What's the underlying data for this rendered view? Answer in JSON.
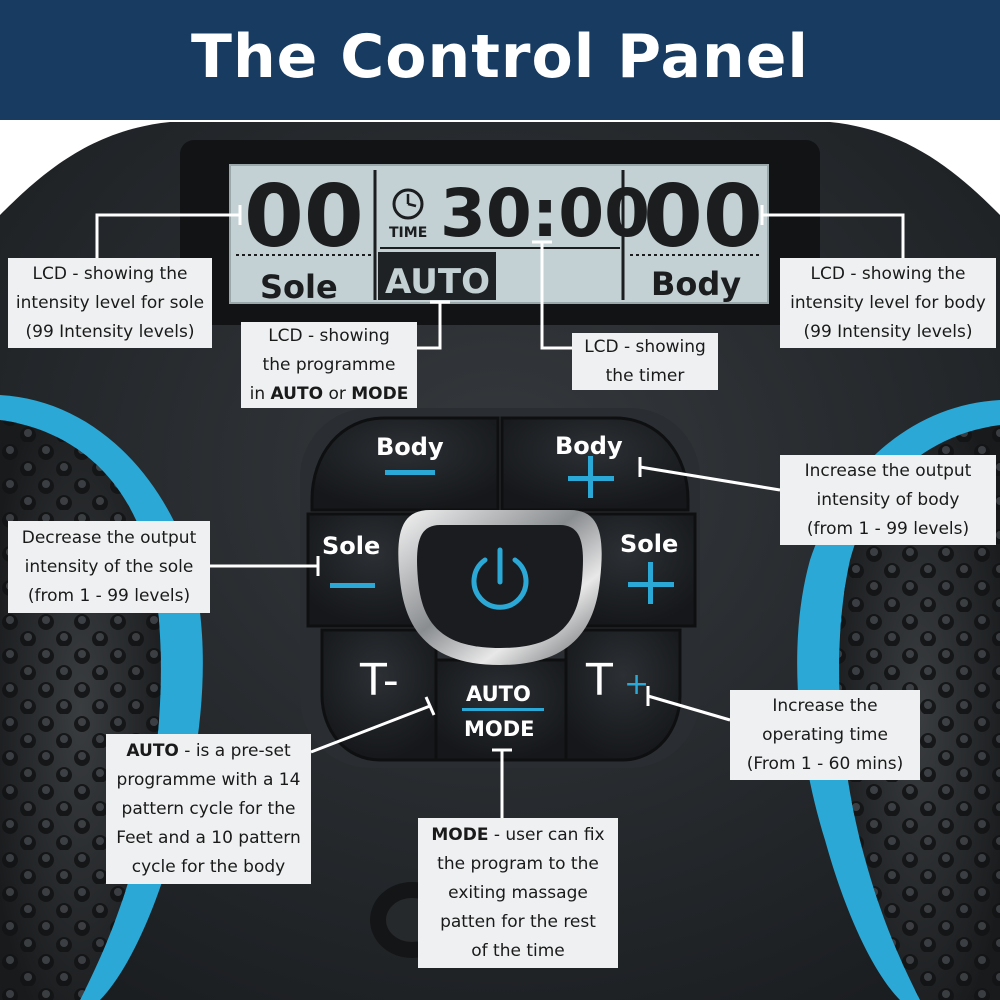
{
  "title": "The Control Panel",
  "lcd": {
    "sole_level": "00",
    "body_level": "00",
    "timer": "30:00",
    "time_label": "TIME",
    "sole_label": "Sole",
    "body_label": "Body",
    "program_label": "AUTO"
  },
  "buttons": {
    "body_label": "Body",
    "sole_label": "Sole",
    "t_minus": "T-",
    "t_plus": "T",
    "t_plus_sign": "+",
    "auto_label": "AUTO",
    "mode_label": "MODE"
  },
  "colors": {
    "accent": "#2ba8d6",
    "header": "#173b61",
    "lcd": "#c3d0d4"
  },
  "callouts": {
    "sole_lcd": [
      "LCD - showing the",
      "intensity level for sole",
      "(99 Intensity levels)"
    ],
    "body_lcd": [
      "LCD - showing the",
      "intensity level for body",
      "(99 Intensity levels)"
    ],
    "program_lcd": {
      "l1": "LCD - showing",
      "l2": "the programme",
      "l3_pre": "in ",
      "l3_b1": "AUTO",
      "l3_mid": " or ",
      "l3_b2": "MODE"
    },
    "timer_lcd": [
      "LCD - showing",
      "the timer"
    ],
    "body_plus": [
      "Increase the output",
      "intensity of body",
      "(from 1 - 99 levels)"
    ],
    "sole_minus": [
      "Decrease the output",
      "intensity of the sole",
      "(from 1 - 99 levels)"
    ],
    "t_plus": [
      "Increase the",
      "operating time",
      "(From 1 - 60 mins)"
    ],
    "auto": {
      "b": "AUTO",
      "l1": " - is a pre-set",
      "l2": "programme with a 14",
      "l3": "pattern cycle for the",
      "l4": "Feet and a 10 pattern",
      "l5": "cycle for the body"
    },
    "mode": {
      "b": "MODE",
      "l1": " - user can fix",
      "l2": "the program to the",
      "l3": "exiting massage",
      "l4": "patten for the rest",
      "l5": "of the time"
    }
  }
}
